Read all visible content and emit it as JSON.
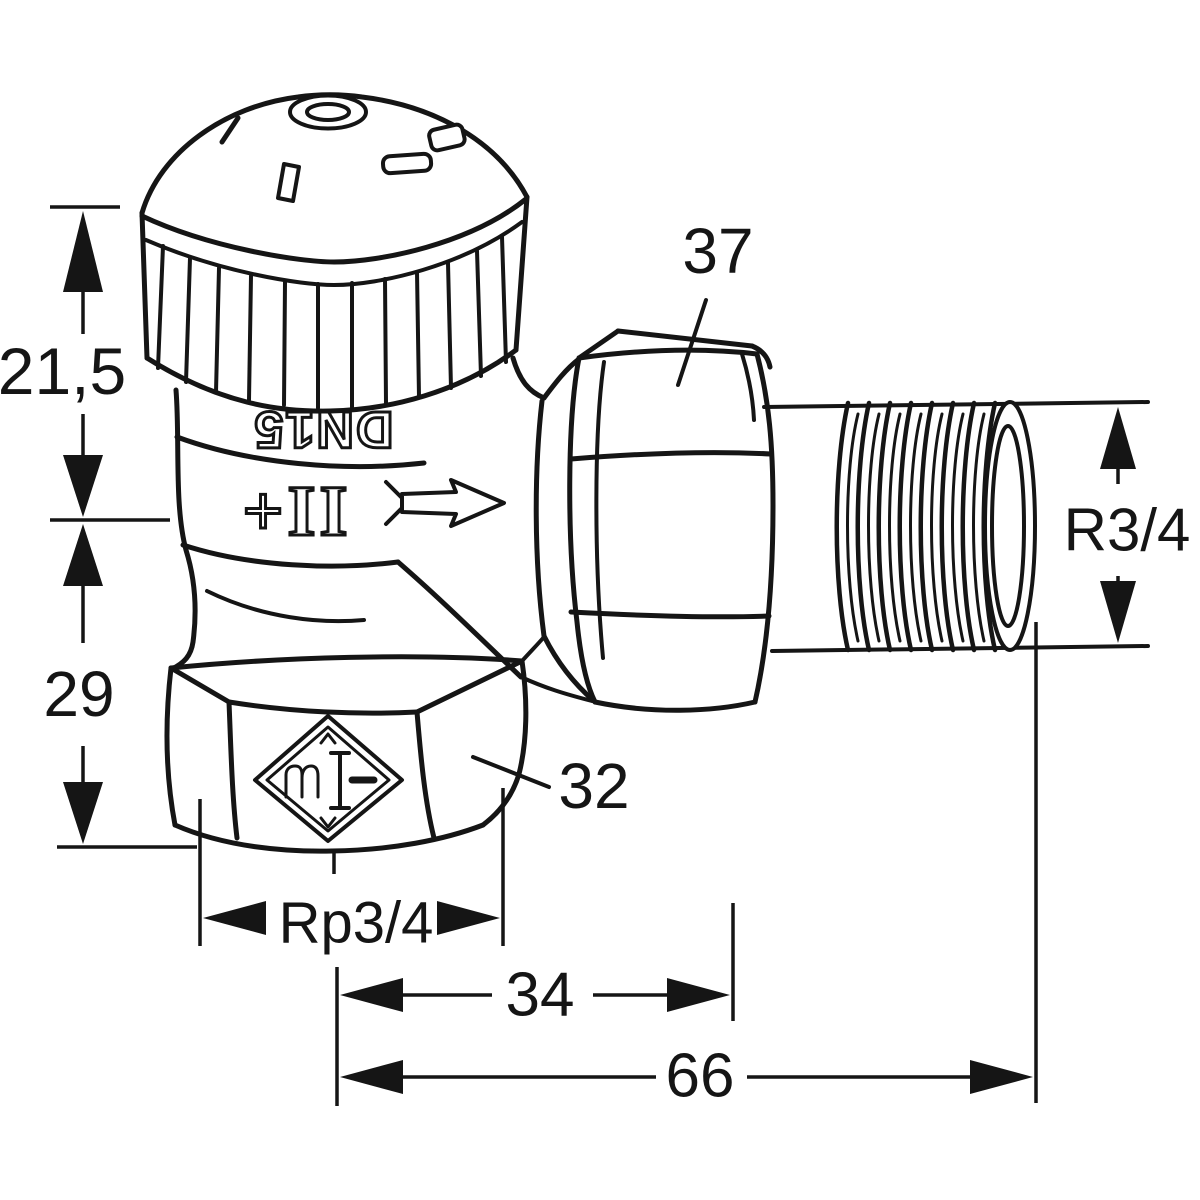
{
  "page": {
    "background": "#ffffff",
    "line_color": "#151515"
  },
  "drawing": {
    "markings": {
      "valve_size": "DN15",
      "presetting": "+II"
    },
    "labels": {
      "head_height": "21,5",
      "axis_to_bottom": "29",
      "nut_width": "37",
      "hex_width": "32",
      "bottom_thread": "Rp3/4",
      "outlet_thread": "R3/4",
      "axis_to_nut_face": "34",
      "overall_length": "66"
    }
  }
}
